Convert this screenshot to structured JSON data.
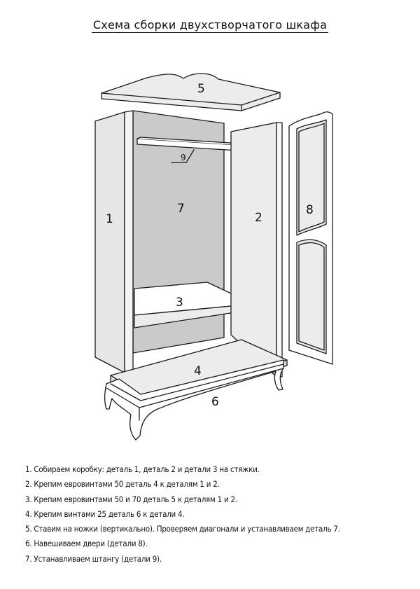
{
  "title": "Схема сборки двухстворчатого шкафа",
  "labels": {
    "part1": "1",
    "part2": "2",
    "part3": "3",
    "part4": "4",
    "part5": "5",
    "part6": "6",
    "part7": "7",
    "part8": "8",
    "part9": "9"
  },
  "steps": [
    "1. Собираем коробку: деталь 1, деталь 2 и детали 3 на стяжки.",
    "2. Крепим евровинтами 50 деталь 4 к деталям 1 и 2.",
    "3. Крепим евровинтами 50 и 70 деталь 5 к деталям 1 и 2.",
    "4. Крепим винтами 25 деталь 6 к детали 4.",
    "5. Ставим на ножки (вертикально). Проверяем диагонали и устанавливаем деталь 7.",
    "6. Навешиваем двери (детали 8).",
    "7. Устанавливаем штангу (детали 9)."
  ],
  "colors": {
    "back_panel": "#cacaca",
    "side_panels": "#ececec",
    "door": "#ffffff",
    "outline": "#1a1a1a"
  }
}
